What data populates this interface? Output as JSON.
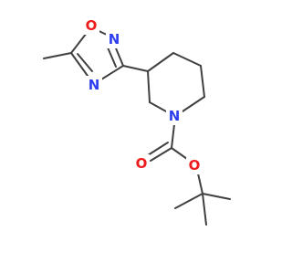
{
  "colors": {
    "bond": "#404040",
    "nitrogen": "#2f3ff0",
    "oxygen": "#ee1c1c",
    "background": "#ffffff"
  },
  "atoms": {
    "ring_oxygen": "O",
    "ring_nitrogen_top": "N",
    "ring_nitrogen_bottom": "N",
    "piperidine_nitrogen": "N",
    "carbonyl_oxygen": "O",
    "ester_oxygen": "O"
  }
}
